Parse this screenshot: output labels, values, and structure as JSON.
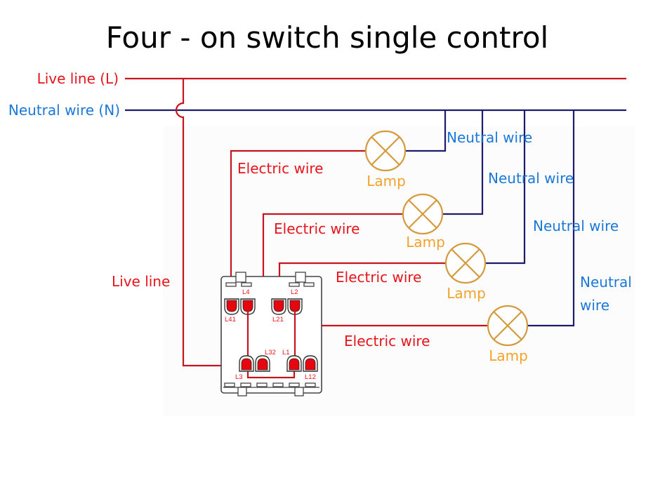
{
  "title": "Four - on switch single control",
  "colors": {
    "live": "#c8141c",
    "neutral": "#1e1a6e",
    "label_red": "#e8141c",
    "label_blue": "#1a78d8",
    "lamp": "#d59a3e",
    "lamp_label": "#f2a22a"
  },
  "mains": {
    "live_label": "Live line (L)",
    "neutral_label": "Neutral wire (N)"
  },
  "labels": {
    "live_line": "Live line",
    "electric_wires": [
      "Electric wire",
      "Electric wire",
      "Electric wire",
      "Electric wire"
    ],
    "neutral_wires": [
      "Neutral wire",
      "Neutral wire",
      "Neutral wire"
    ],
    "neutral_wire_4_line1": "Neutral",
    "neutral_wire_4_line2": "wire"
  },
  "lamps": [
    {
      "label": "Lamp"
    },
    {
      "label": "Lamp"
    },
    {
      "label": "Lamp"
    },
    {
      "label": "Lamp"
    }
  ],
  "switch": {
    "terminals_top": [
      "L4",
      "L2"
    ],
    "terminals_top_sub": [
      "L41",
      "L21"
    ],
    "terminals_bottom": [
      "L32",
      "L1"
    ],
    "terminals_bottom_sub": [
      "L3",
      "L12"
    ]
  }
}
